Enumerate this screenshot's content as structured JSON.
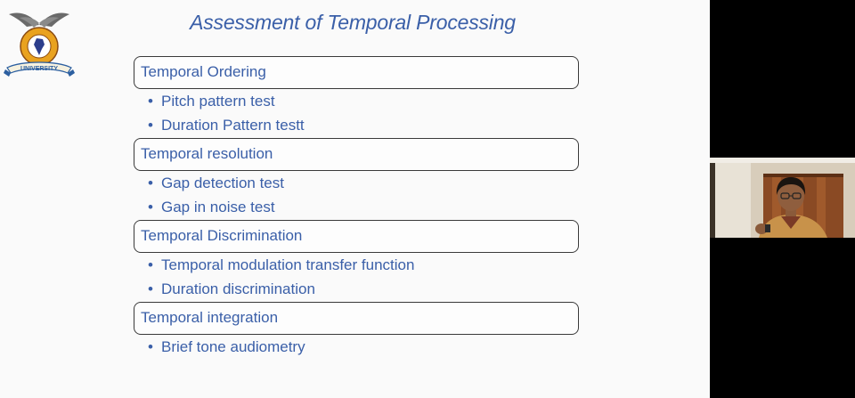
{
  "logo": {
    "text": "UNIVERSITY",
    "icon": "university-crest-icon"
  },
  "slide": {
    "title": "Assessment of Temporal Processing",
    "sections": [
      {
        "heading": "Temporal Ordering",
        "items": [
          "Pitch pattern test",
          "Duration Pattern testt"
        ]
      },
      {
        "heading": "Temporal resolution",
        "items": [
          "Gap detection test",
          "Gap in noise test"
        ]
      },
      {
        "heading": "Temporal Discrimination",
        "items": [
          "Temporal modulation transfer function",
          "Duration discrimination"
        ]
      },
      {
        "heading": "Temporal integration",
        "items": [
          "Brief tone audiometry"
        ]
      }
    ],
    "bullet_glyph": "•"
  },
  "webcam": {
    "icon": "presenter-video-icon"
  },
  "colors": {
    "accent": "#3a5fa8",
    "box_border": "#3a3a3a",
    "slide_bg": "#fafafa",
    "outside_bg": "#000000"
  }
}
